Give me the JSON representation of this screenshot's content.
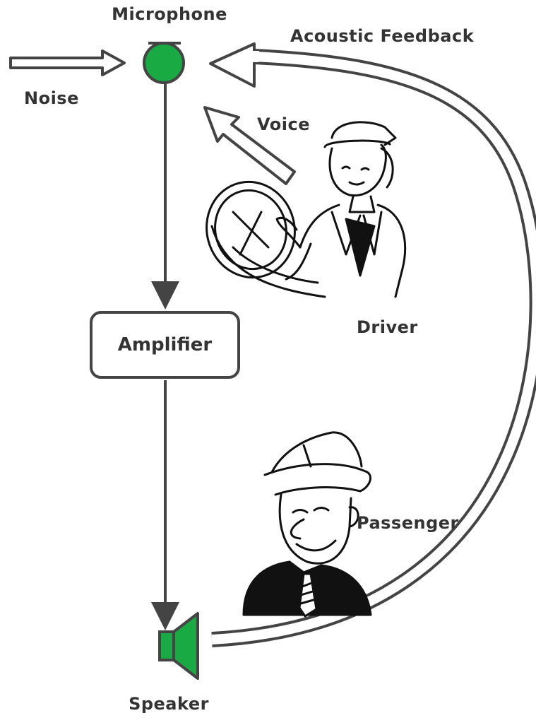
{
  "labels": {
    "microphone": "Microphone",
    "acoustic_feedback": "Acoustic Feedback",
    "noise": "Noise",
    "voice": "Voice",
    "driver": "Driver",
    "amplifier": "Amplifier",
    "passenger": "Passenger",
    "speaker": "Speaker"
  },
  "colors": {
    "device_green": "#1aaa44",
    "line": "#444444",
    "text": "#333333"
  },
  "icons": {
    "microphone": "microphone-icon",
    "speaker": "speaker-icon",
    "driver": "driver-illustration",
    "passenger": "passenger-illustration"
  }
}
